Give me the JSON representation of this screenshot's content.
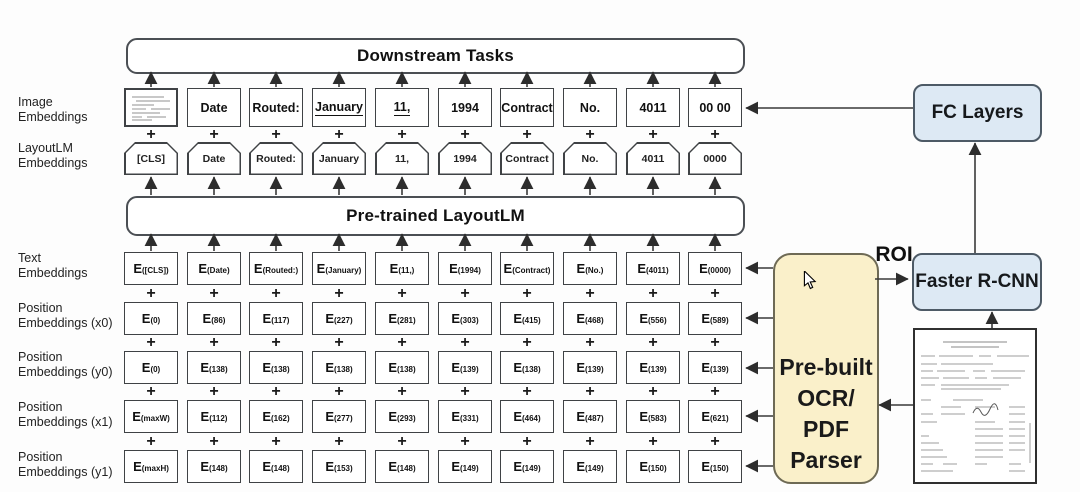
{
  "diagram": {
    "downstream_tasks_label": "Downstream Tasks",
    "pretrained_label": "Pre-trained LayoutLM",
    "fc_layers_label": "FC Layers",
    "faster_rcnn_label": "Faster R-CNN",
    "roi_label": "ROI",
    "parser_label_lines": [
      "Pre-built",
      "OCR/",
      "PDF",
      "Parser"
    ],
    "plus_sign": "+"
  },
  "side_labels": [
    {
      "lines": [
        "Image",
        "Embeddings"
      ]
    },
    {
      "lines": [
        "LayoutLM",
        "Embeddings"
      ]
    },
    {
      "lines": [
        "Text",
        "Embeddings"
      ]
    },
    {
      "lines": [
        "Position",
        "Embeddings (x0)"
      ]
    },
    {
      "lines": [
        "Position",
        "Embeddings (y0)"
      ]
    },
    {
      "lines": [
        "Position",
        "Embeddings (x1)"
      ]
    },
    {
      "lines": [
        "Position",
        "Embeddings (y1)"
      ]
    }
  ],
  "rows": {
    "image": {
      "cells": [
        {
          "thumbnail": true
        },
        {
          "text": "Date"
        },
        {
          "text": "Routed:"
        },
        {
          "text": "January",
          "underline": true
        },
        {
          "text": "11,",
          "underline": true
        },
        {
          "text": "1994"
        },
        {
          "text": "Contract"
        },
        {
          "text": "No."
        },
        {
          "text": "4011"
        },
        {
          "text": "00 00"
        }
      ]
    },
    "layoutlm": {
      "cells": [
        "[CLS]",
        "Date",
        "Routed:",
        "January",
        "11,",
        "1994",
        "Contract",
        "No.",
        "4011",
        "0000"
      ]
    },
    "text": {
      "prefix": "E",
      "subs": [
        "([CLS])",
        "(Date)",
        "(Routed:)",
        "(January)",
        "(11,)",
        "(1994)",
        "(Contract)",
        "(No.)",
        "(4011)",
        "(0000)"
      ]
    },
    "pos_x0": {
      "prefix": "E",
      "subs": [
        "(0)",
        "(86)",
        "(117)",
        "(227)",
        "(281)",
        "(303)",
        "(415)",
        "(468)",
        "(556)",
        "(589)"
      ]
    },
    "pos_y0": {
      "prefix": "E",
      "subs": [
        "(0)",
        "(138)",
        "(138)",
        "(138)",
        "(138)",
        "(139)",
        "(138)",
        "(139)",
        "(139)",
        "(139)"
      ]
    },
    "pos_x1": {
      "prefix": "E",
      "subs": [
        "(maxW)",
        "(112)",
        "(162)",
        "(277)",
        "(293)",
        "(331)",
        "(464)",
        "(487)",
        "(583)",
        "(621)"
      ]
    },
    "pos_y1": {
      "prefix": "E",
      "subs": [
        "(maxH)",
        "(148)",
        "(148)",
        "(153)",
        "(148)",
        "(149)",
        "(149)",
        "(149)",
        "(150)",
        "(150)"
      ]
    }
  },
  "colors": {
    "blue_fill": "#dde9f4",
    "yellow_fill": "#faf0ca",
    "box_border": "#3f4245",
    "arrow": "#3a3a3a"
  }
}
